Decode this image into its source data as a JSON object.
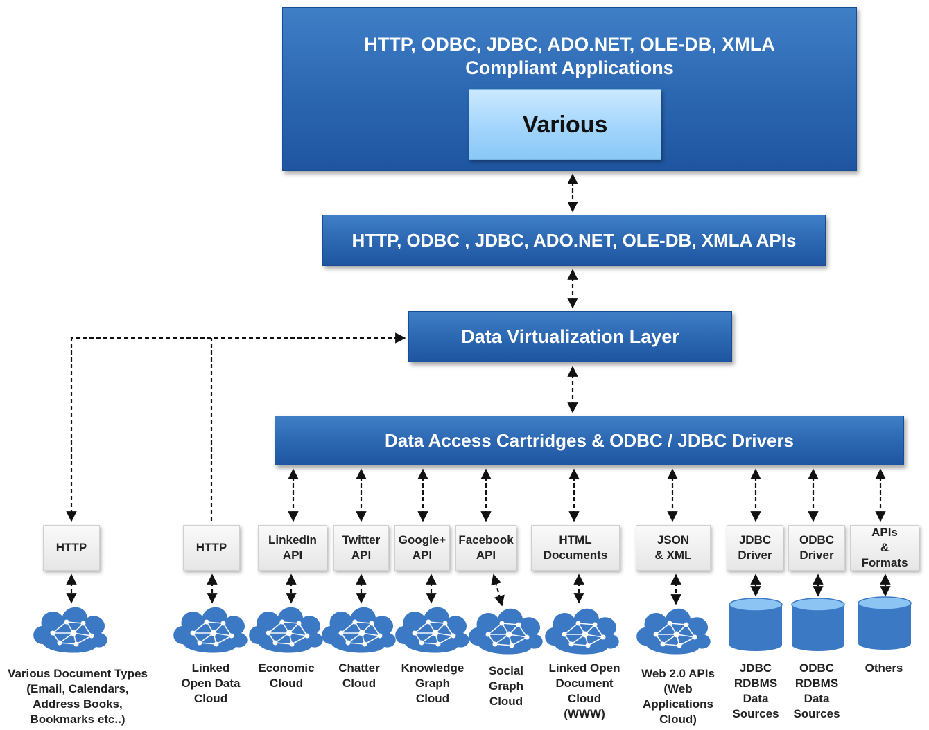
{
  "top": {
    "title": "HTTP, ODBC, JDBC, ADO.NET, OLE-DB, XMLA\nCompliant Applications",
    "inner": "Various"
  },
  "apis": "HTTP, ODBC , JDBC, ADO.NET, OLE-DB, XMLA APIs",
  "dvl": "Data Virtualization Layer",
  "dac": "Data Access Cartridges & ODBC / JDBC Drivers",
  "connectors": [
    "HTTP",
    "HTTP",
    "LinkedIn\nAPI",
    "Twitter\nAPI",
    "Google+\nAPI",
    "Facebook\nAPI",
    "HTML\nDocuments",
    "JSON\n& XML",
    "JDBC\nDriver",
    "ODBC\nDriver",
    "APIs\n&\nFormats"
  ],
  "sources": [
    "Various Document Types\n(Email, Calendars,\nAddress Books,\nBookmarks etc..)",
    "Linked\nOpen Data\nCloud",
    "Economic\nCloud",
    "Chatter\nCloud",
    "Knowledge\nGraph\nCloud",
    "Social\nGraph\nCloud",
    "Linked Open\nDocument\nCloud\n(WWW)",
    "Web 2.0 APIs\n(Web\nApplications\nCloud)",
    "JDBC\nRDBMS\nData\nSources",
    "ODBC\nRDBMS\nData\nSources",
    "Others"
  ],
  "source_icons": [
    "network-cloud-icon",
    "network-cloud-icon",
    "network-cloud-icon",
    "network-cloud-icon",
    "network-cloud-icon",
    "network-cloud-icon",
    "network-cloud-icon",
    "network-cloud-icon",
    "database-cylinder-icon",
    "database-cylinder-icon",
    "database-cylinder-icon"
  ],
  "colors": {
    "layer_blue": "#2b66b1",
    "inner_light_blue": "#9fd3fb",
    "icon_blue": "#3b79c4",
    "connector_gray": "#e6e6e6"
  }
}
